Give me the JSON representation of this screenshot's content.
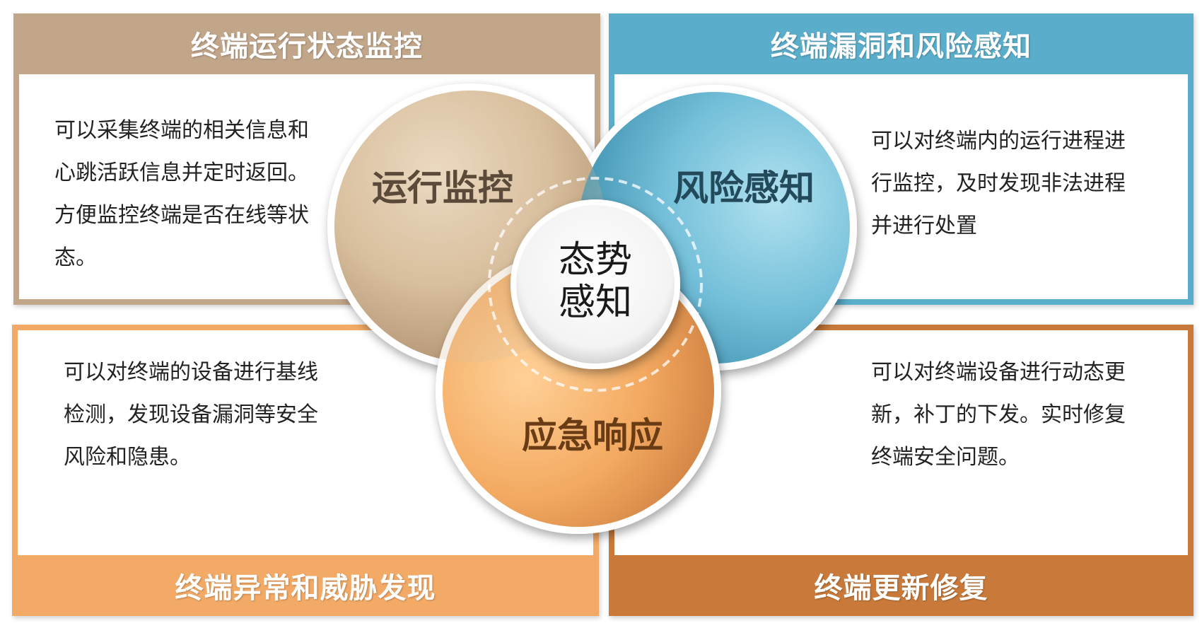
{
  "panels": {
    "monitoring": {
      "title": "终端运行状态监控",
      "description": "可以采集终端的相关信息和\n心跳活跃信息并定时返回。\n方便监控终端是否在线等状\n态。"
    },
    "risk": {
      "title": "终端漏洞和风险感知",
      "description": "可以对终端内的运行进程进\n行监控，及时发现非法进程\n并进行处置"
    },
    "threat": {
      "title": "终端异常和威胁发现",
      "description": "可以对终端的设备进行基线\n检测，发现设备漏洞等安全\n风险和隐患。"
    },
    "update": {
      "title": "终端更新修复",
      "description": "可以对终端设备进行动态更\n新，补丁的下发。实时修复\n终端安全问题。"
    }
  },
  "circles": {
    "monitoring": "运行监控",
    "risk": "风险感知",
    "response": "应急响应"
  },
  "center": {
    "line1": "态势",
    "line2": "感知"
  },
  "colors": {
    "tan": "#c2a68a",
    "blue": "#5baecb",
    "orange_light": "#f3aa66",
    "orange_dark": "#c97a3a"
  }
}
